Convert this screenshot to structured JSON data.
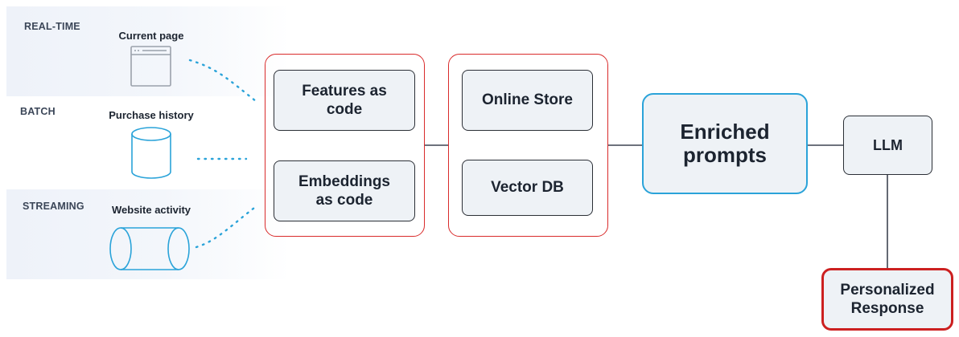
{
  "sources": {
    "realtime": {
      "category": "REAL-TIME",
      "label": "Current page",
      "icon": "browser-window-icon"
    },
    "batch": {
      "category": "BATCH",
      "label": "Purchase history",
      "icon": "database-cylinder-icon"
    },
    "streaming": {
      "category": "STREAMING",
      "label": "Website activity",
      "icon": "stream-tube-icon"
    }
  },
  "code_group": {
    "features": "Features as code",
    "embeddings": "Embeddings as code"
  },
  "store_group": {
    "online_store": "Online Store",
    "vector_db": "Vector DB"
  },
  "enriched": "Enriched prompts",
  "llm": "LLM",
  "response": "Personalized Response",
  "colors": {
    "accent_red": "#d92b2b",
    "accent_blue": "#2aa3d9",
    "box_fill": "#eef2f6",
    "dots": "#2aa3d9"
  }
}
